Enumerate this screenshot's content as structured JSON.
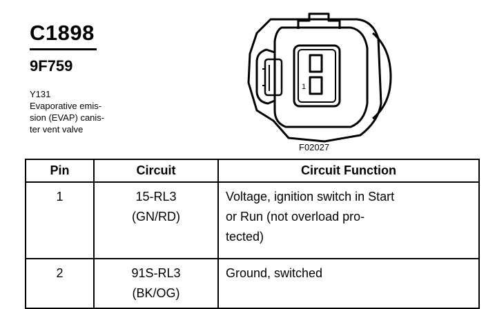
{
  "connector": {
    "id": "C1898",
    "part_number": "9F759",
    "desc_lines": [
      "Y131",
      "Evaporative emis-",
      "sion (EVAP) canis-",
      "ter vent valve"
    ]
  },
  "figure": {
    "label": "F02027",
    "pin_marker": "1"
  },
  "table": {
    "headers": [
      "Pin",
      "Circuit",
      "Circuit Function"
    ],
    "rows": [
      {
        "pin": "1",
        "circuit_lines": [
          "15-RL3",
          "(GN/RD)"
        ],
        "function_lines": [
          "Voltage, ignition switch in Start",
          "or Run (not overload pro-",
          "tected)"
        ]
      },
      {
        "pin": "2",
        "circuit_lines": [
          "91S-RL3",
          "(BK/OG)"
        ],
        "function_lines": [
          "Ground, switched"
        ]
      }
    ]
  }
}
